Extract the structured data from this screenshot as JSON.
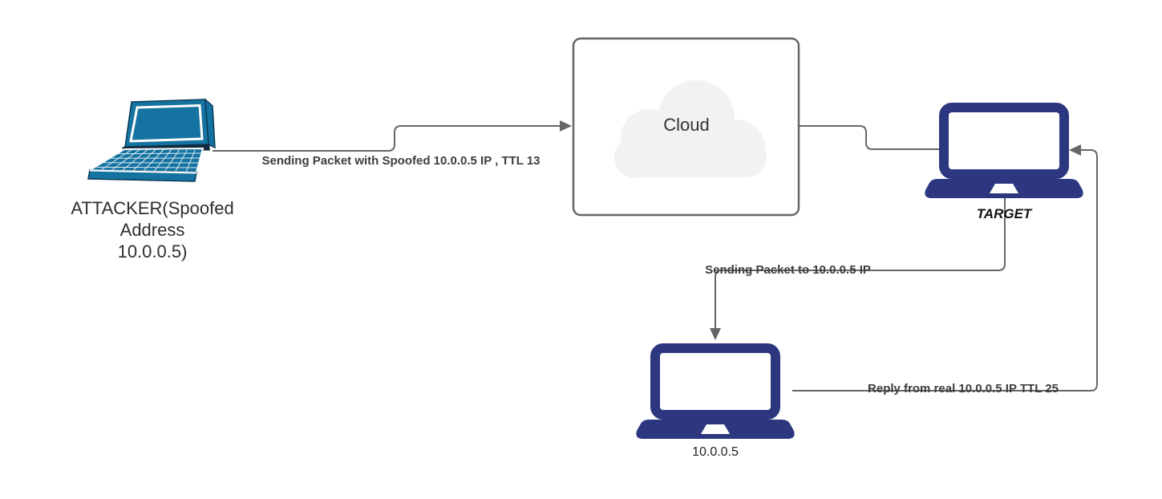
{
  "colors": {
    "background": "#ffffff",
    "connector": "#666666",
    "edge_label_text": "#3d3d3d",
    "node_label_text": "#2e2e2e",
    "attacker_laptop_fill": "#1573a1",
    "attacker_laptop_outline": "#0a3b57",
    "laptop_navy_fill": "#2d3780",
    "cloud_fill": "#f2f2f2",
    "cloud_box_border": "#666666"
  },
  "nodes": {
    "attacker": {
      "label_lines": [
        "ATTACKER(Spoofed",
        "Address",
        "10.0.0.5)"
      ]
    },
    "cloud": {
      "label": "Cloud"
    },
    "target": {
      "label": "TARGET"
    },
    "real_host": {
      "label": "10.0.0.5"
    }
  },
  "edges": {
    "attacker_to_cloud": {
      "label": "Sending Packet with Spoofed 10.0.0.5 IP , TTL 13"
    },
    "cloud_to_target": {
      "label": ""
    },
    "target_to_real_host": {
      "label": "Sending Packet to 10.0.0.5 IP"
    },
    "real_host_to_target": {
      "label": "Reply from real 10.0.0.5 IP TTL 25"
    }
  }
}
